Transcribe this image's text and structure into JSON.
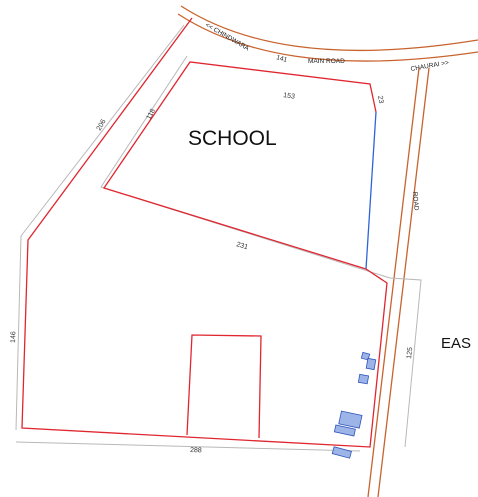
{
  "roads": {
    "chindwara": "<< CHINDWARA",
    "number": "141",
    "main_road": "MAIN ROAD",
    "chaurai": "CHAURAI >>",
    "side_road": "ROAD"
  },
  "labels": {
    "school": "SCHOOL",
    "east": "EAS"
  },
  "dimensions": {
    "school_top": "153",
    "school_corner": "23",
    "school_left": "118",
    "outer_left_upper": "206",
    "school_bottom": "231",
    "outer_left_lower": "146",
    "outer_right": "125",
    "outer_bottom": "288"
  },
  "colors": {
    "boundary": "#e0262f",
    "road": "#c8632e",
    "school_east_edge": "#2f63d8",
    "offset_line": "#b8b8b8",
    "structure_fill": "#9db4e8",
    "structure_stroke": "#2f55b8"
  }
}
